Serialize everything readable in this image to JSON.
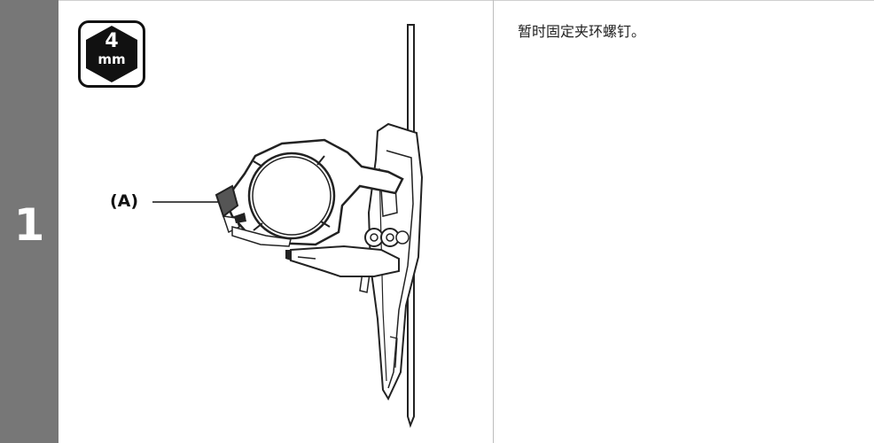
{
  "step": {
    "number": "1",
    "tool": {
      "size": "4",
      "unit": "mm"
    },
    "callout": "(A)",
    "instruction": "暂时固定夹环螺钉。"
  }
}
